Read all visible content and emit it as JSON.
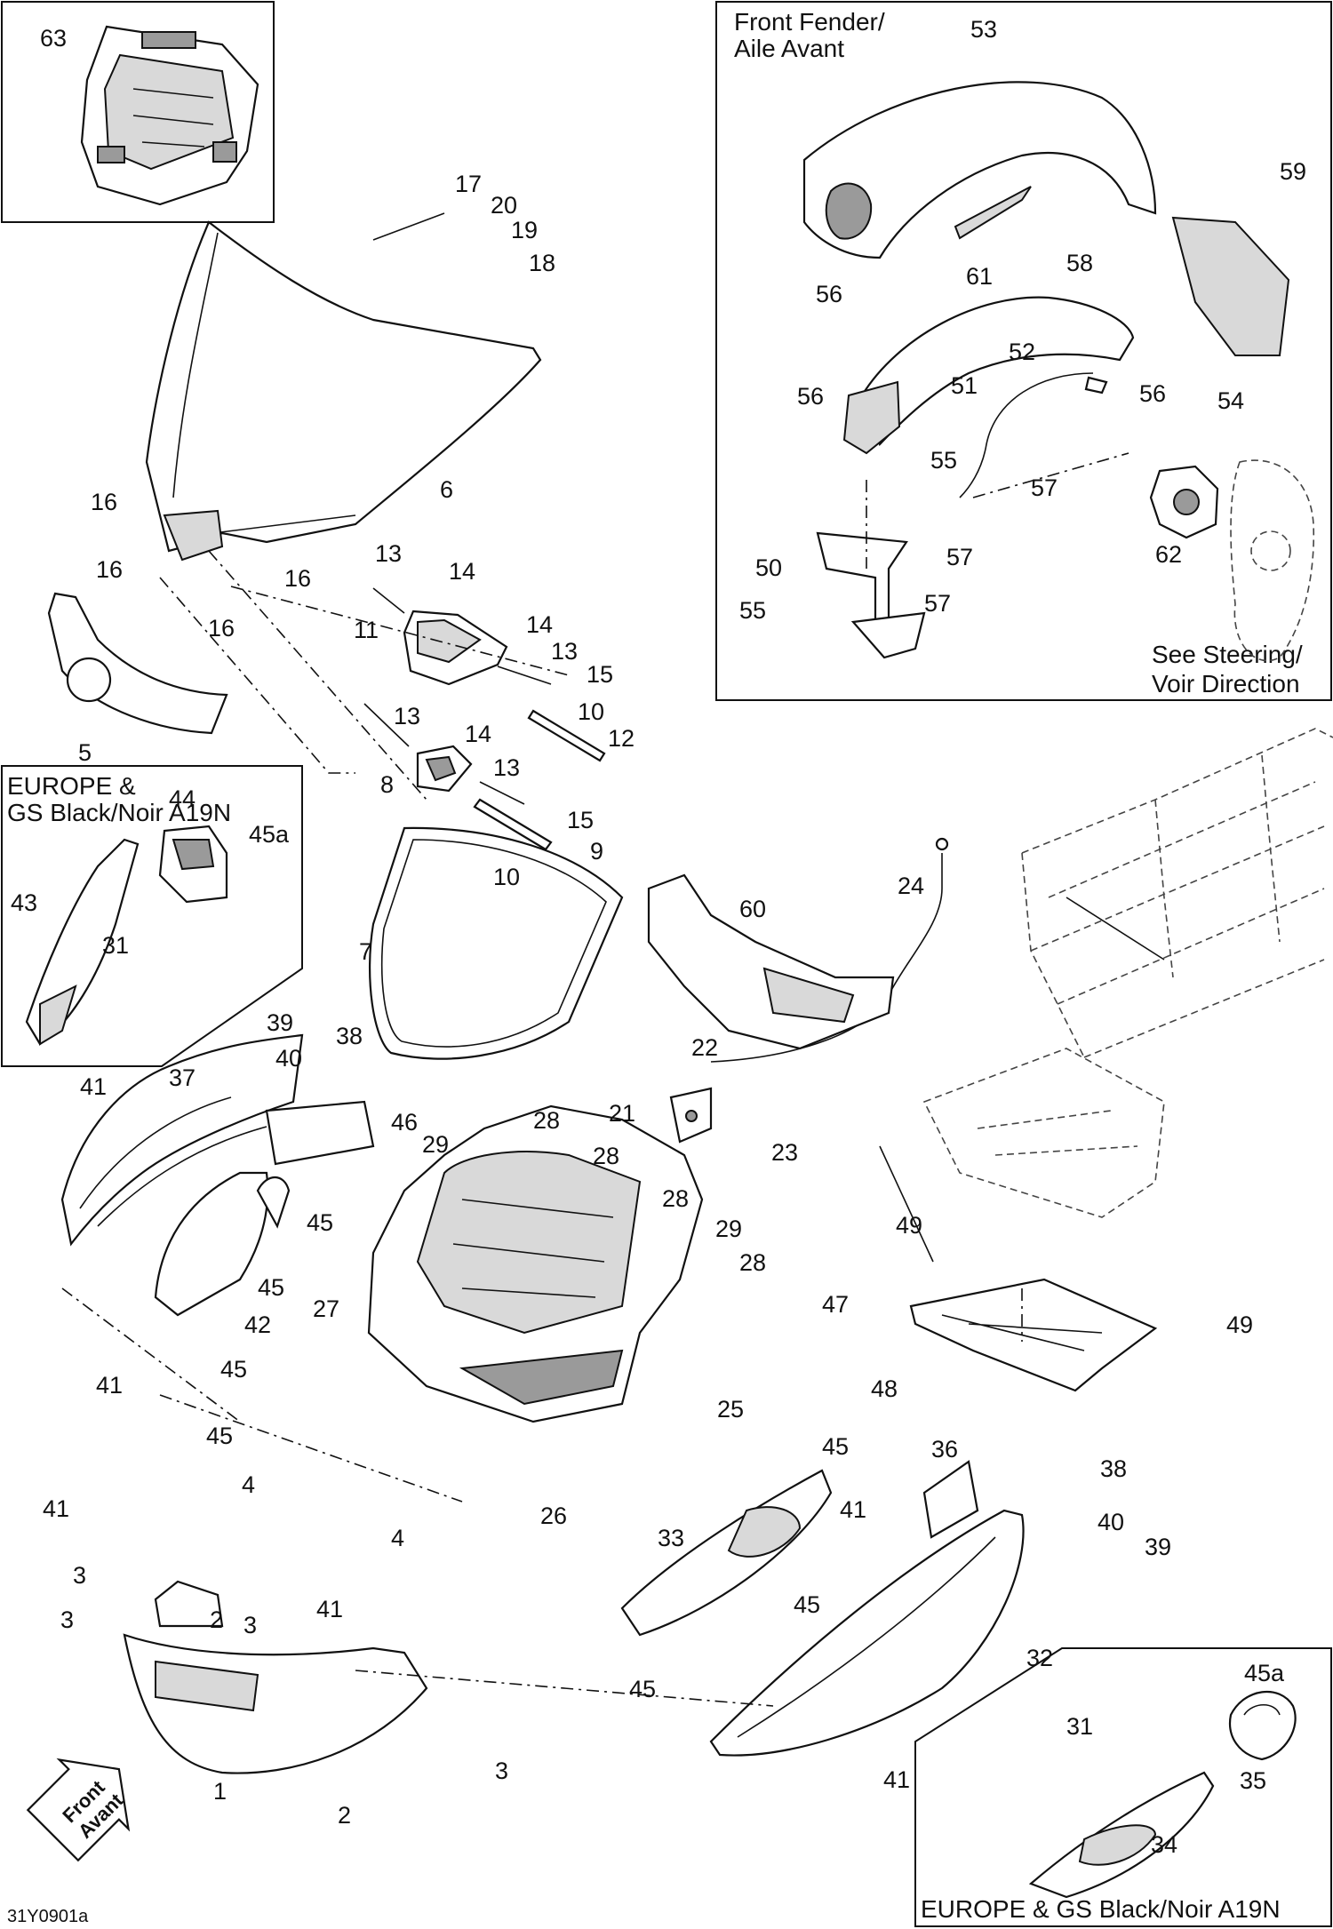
{
  "diagram": {
    "boxes": {
      "front_fender": {
        "title_lines": [
          "Front Fender/",
          "Aile Avant"
        ]
      },
      "steering_note": {
        "lines": [
          "See Steering/",
          "Voir Direction"
        ]
      },
      "europe_left": {
        "title_lines": [
          "EUROPE &",
          "GS Black/Noir A19N"
        ]
      },
      "europe_right": {
        "title_lines": [
          "EUROPE & GS Black/Noir A19N"
        ]
      }
    },
    "front_arrow": {
      "lines": [
        "Front",
        "Avant"
      ]
    },
    "drawing_code": "31Y0901a",
    "callouts": [
      {
        "id": "c63",
        "text": "63"
      },
      {
        "id": "c17",
        "text": "17"
      },
      {
        "id": "c20",
        "text": "20"
      },
      {
        "id": "c19",
        "text": "19"
      },
      {
        "id": "c18",
        "text": "18"
      },
      {
        "id": "c6",
        "text": "6"
      },
      {
        "id": "c16a",
        "text": "16"
      },
      {
        "id": "c16b",
        "text": "16"
      },
      {
        "id": "c16c",
        "text": "16"
      },
      {
        "id": "c16d",
        "text": "16"
      },
      {
        "id": "c5",
        "text": "5"
      },
      {
        "id": "c13a",
        "text": "13"
      },
      {
        "id": "c14a",
        "text": "14"
      },
      {
        "id": "c11",
        "text": "11"
      },
      {
        "id": "c14b",
        "text": "14"
      },
      {
        "id": "c13b",
        "text": "13"
      },
      {
        "id": "c15a",
        "text": "15"
      },
      {
        "id": "c10a",
        "text": "10"
      },
      {
        "id": "c12",
        "text": "12"
      },
      {
        "id": "c13c",
        "text": "13"
      },
      {
        "id": "c14c",
        "text": "14"
      },
      {
        "id": "c8",
        "text": "8"
      },
      {
        "id": "c13d",
        "text": "13"
      },
      {
        "id": "c15b",
        "text": "15"
      },
      {
        "id": "c9",
        "text": "9"
      },
      {
        "id": "c10b",
        "text": "10"
      },
      {
        "id": "c44",
        "text": "44"
      },
      {
        "id": "c45a1",
        "text": "45a"
      },
      {
        "id": "c43",
        "text": "43"
      },
      {
        "id": "c31a",
        "text": "31"
      },
      {
        "id": "c7",
        "text": "7"
      },
      {
        "id": "c39a",
        "text": "39"
      },
      {
        "id": "c40a",
        "text": "40"
      },
      {
        "id": "c38a",
        "text": "38"
      },
      {
        "id": "c37",
        "text": "37"
      },
      {
        "id": "c41a",
        "text": "41"
      },
      {
        "id": "c46",
        "text": "46"
      },
      {
        "id": "c45b",
        "text": "45"
      },
      {
        "id": "c45c",
        "text": "45"
      },
      {
        "id": "c42",
        "text": "42"
      },
      {
        "id": "c45d",
        "text": "45"
      },
      {
        "id": "c41b",
        "text": "41"
      },
      {
        "id": "c45e",
        "text": "45"
      },
      {
        "id": "c4a",
        "text": "4"
      },
      {
        "id": "c27",
        "text": "27"
      },
      {
        "id": "c29a",
        "text": "29"
      },
      {
        "id": "c28a",
        "text": "28"
      },
      {
        "id": "c28b",
        "text": "28"
      },
      {
        "id": "c28c",
        "text": "28"
      },
      {
        "id": "c29b",
        "text": "29"
      },
      {
        "id": "c28d",
        "text": "28"
      },
      {
        "id": "c22",
        "text": "22"
      },
      {
        "id": "c21",
        "text": "21"
      },
      {
        "id": "c23",
        "text": "23"
      },
      {
        "id": "c24",
        "text": "24"
      },
      {
        "id": "c60",
        "text": "60"
      },
      {
        "id": "c25",
        "text": "25"
      },
      {
        "id": "c26",
        "text": "26"
      },
      {
        "id": "c4b",
        "text": "4"
      },
      {
        "id": "c49a",
        "text": "49"
      },
      {
        "id": "c47",
        "text": "47"
      },
      {
        "id": "c49b",
        "text": "49"
      },
      {
        "id": "c48",
        "text": "48"
      },
      {
        "id": "c45f",
        "text": "45"
      },
      {
        "id": "c36",
        "text": "36"
      },
      {
        "id": "c41c",
        "text": "41"
      },
      {
        "id": "c38b",
        "text": "38"
      },
      {
        "id": "c40b",
        "text": "40"
      },
      {
        "id": "c39b",
        "text": "39"
      },
      {
        "id": "c33",
        "text": "33"
      },
      {
        "id": "c45g",
        "text": "45"
      },
      {
        "id": "c45h",
        "text": "45"
      },
      {
        "id": "c32",
        "text": "32"
      },
      {
        "id": "c41d",
        "text": "41"
      },
      {
        "id": "c41e",
        "text": "41"
      },
      {
        "id": "c3a",
        "text": "3"
      },
      {
        "id": "c3b",
        "text": "3"
      },
      {
        "id": "c2a",
        "text": "2"
      },
      {
        "id": "c3c",
        "text": "3"
      },
      {
        "id": "c41f",
        "text": "41"
      },
      {
        "id": "c1",
        "text": "1"
      },
      {
        "id": "c3d",
        "text": "3"
      },
      {
        "id": "c2b",
        "text": "2"
      },
      {
        "id": "c45a2",
        "text": "45a"
      },
      {
        "id": "c31b",
        "text": "31"
      },
      {
        "id": "c35",
        "text": "35"
      },
      {
        "id": "c34",
        "text": "34"
      },
      {
        "id": "c53",
        "text": "53"
      },
      {
        "id": "c59",
        "text": "59"
      },
      {
        "id": "c61",
        "text": "61"
      },
      {
        "id": "c58",
        "text": "58"
      },
      {
        "id": "c56a",
        "text": "56"
      },
      {
        "id": "c52",
        "text": "52"
      },
      {
        "id": "c56b",
        "text": "56"
      },
      {
        "id": "c54",
        "text": "54"
      },
      {
        "id": "c56c",
        "text": "56"
      },
      {
        "id": "c51",
        "text": "51"
      },
      {
        "id": "c55a",
        "text": "55"
      },
      {
        "id": "c57a",
        "text": "57"
      },
      {
        "id": "c62",
        "text": "62"
      },
      {
        "id": "c50",
        "text": "50"
      },
      {
        "id": "c57b",
        "text": "57"
      },
      {
        "id": "c57c",
        "text": "57"
      },
      {
        "id": "c55b",
        "text": "55"
      }
    ]
  }
}
